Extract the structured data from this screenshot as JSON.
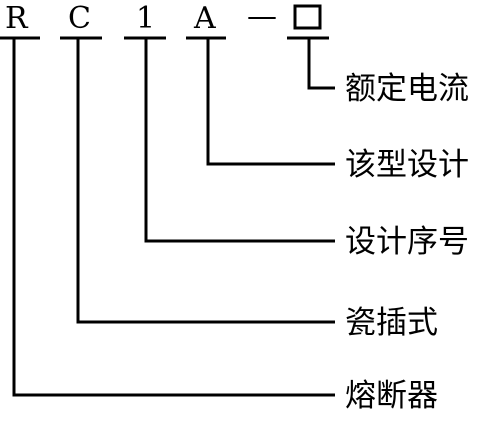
{
  "code": {
    "characters": [
      "R",
      "C",
      "1",
      "A",
      "—"
    ]
  },
  "labels": {
    "rated_current": "额定电流",
    "design_type": "该型设计",
    "design_serial": "设计序号",
    "plug_in": "瓷插式",
    "fuse": "熔断器"
  },
  "colors": {
    "line": "#000000",
    "background": "#ffffff"
  }
}
